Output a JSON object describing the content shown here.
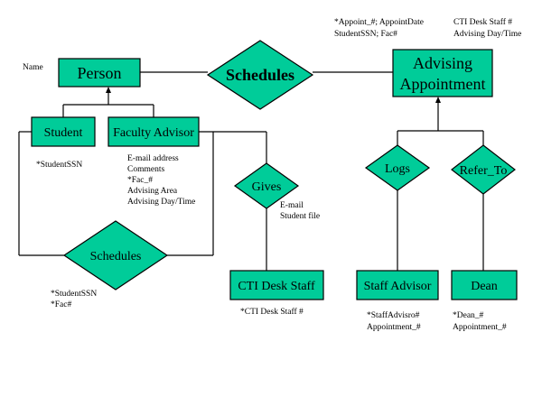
{
  "diagram": {
    "type": "er-diagram",
    "colors": {
      "entity_fill": "#00cc99",
      "stroke": "#000000",
      "background": "#ffffff"
    },
    "entities": {
      "person": {
        "label": "Person"
      },
      "advising_appointment": {
        "label_line1": "Advising",
        "label_line2": "Appointment"
      },
      "student": {
        "label": "Student"
      },
      "faculty_advisor": {
        "label": "Faculty Advisor"
      },
      "cti_desk_staff": {
        "label": "CTI Desk Staff"
      },
      "staff_advisor": {
        "label": "Staff Advisor"
      },
      "dean": {
        "label": "Dean"
      }
    },
    "relationships": {
      "schedules_top": {
        "label": "Schedules"
      },
      "schedules_bottom": {
        "label": "Schedules"
      },
      "gives": {
        "label": "Gives"
      },
      "logs": {
        "label": "Logs"
      },
      "refer_to": {
        "label": "Refer_To"
      }
    },
    "attributes": {
      "person": [
        "Name"
      ],
      "appointment_left": [
        "*Appoint_#;  AppointDate",
        "StudentSSN; Fac#"
      ],
      "appointment_right": [
        "CTI Desk  Staff #",
        "Advising Day/Time"
      ],
      "student": [
        "*StudentSSN"
      ],
      "faculty_advisor": [
        "E-mail address",
        "Comments",
        "*Fac_#",
        "Advising Area",
        "Advising Day/Time"
      ],
      "gives": [
        "E-mail",
        "Student file"
      ],
      "schedules_bottom": [
        "*StudentSSN",
        "*Fac#"
      ],
      "cti_desk_staff": [
        "*CTI Desk  Staff #"
      ],
      "staff_advisor": [
        "*StaffAdvisro#",
        "Appointment_#"
      ],
      "dean": [
        "*Dean_#",
        "Appointment_#"
      ]
    }
  }
}
